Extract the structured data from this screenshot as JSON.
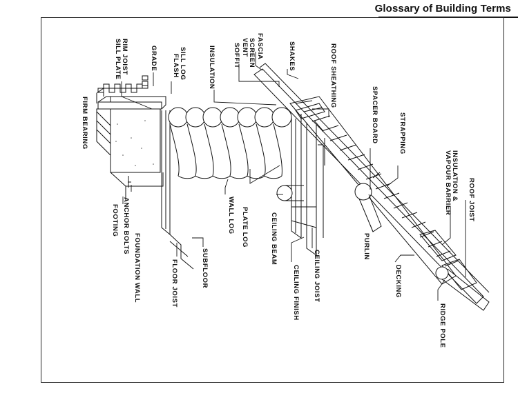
{
  "header": {
    "title": "Glossary of Building Terms"
  },
  "labels": {
    "roof_joist": "ROOF JOIST",
    "insulation_vapour_barrier_1": "INSULATION &",
    "insulation_vapour_barrier_2": "VAPOUR BARRIER",
    "strapping": "STRAPPING",
    "spacer_board": "SPACER BOARD",
    "roof_sheathing": "ROOF SHEATHING",
    "shakes": "SHAKES",
    "fascia": "FASCIA",
    "screen_vent_1": "SCREEN",
    "screen_vent_2": "VENT",
    "soffit": "SOFFIT",
    "insulation": "INSULATION",
    "sill_log": "SILL LOG",
    "flash": "FLASH",
    "grade": "GRADE",
    "rim_joist": "RIM JOIST",
    "sill_plate": "SILL PLATE",
    "firm_bearing": "FIRM BEARING",
    "footing": "FOOTING",
    "anchor_bolts": "ANCHOR BOLTS",
    "foundation_wall": "FOUNDATION WALL",
    "floor_joist": "FLOOR JOIST",
    "subfloor": "SUBFLOOR",
    "wall_log": "WALL LOG",
    "plate_log": "PLATE LOG",
    "ceiling_beam": "CEILING BEAM",
    "ceiling_finish": "CEILING FINISH",
    "ceiling_joist": "CEILING JOIST",
    "purlin": "PURLIN",
    "decking": "DECKING",
    "ridge_pole": "RIDGE POLE"
  }
}
